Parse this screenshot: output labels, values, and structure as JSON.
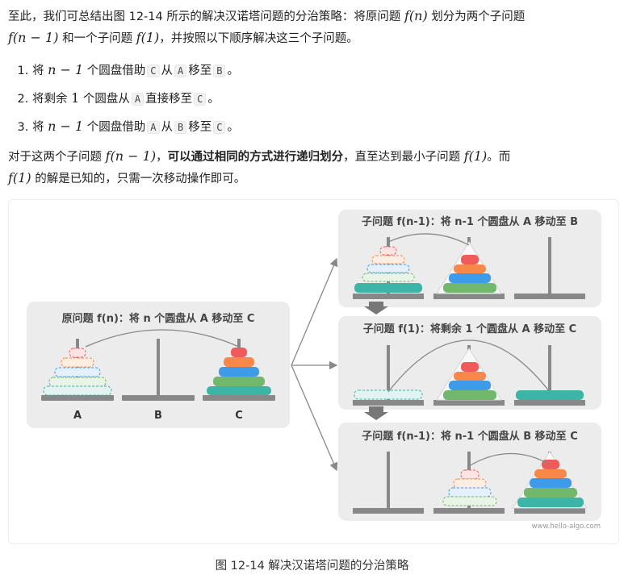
{
  "intro": {
    "part1": "至此，我们可总结出图 12-14 所示的解决汉诺塔问题的分治策略：将原问题",
    "fn": "f(n)",
    "part2": "划分为两个子问题",
    "fn1": "f(n − 1)",
    "part3": "和一个子问题",
    "f1": "f(1)",
    "part4": "，并按照以下顺序解决这三个子问题。"
  },
  "steps": [
    {
      "pre": "将",
      "math": "n − 1",
      "mid1": "个圆盘借助",
      "a": "C",
      "mid2": "从",
      "b": "A",
      "mid3": "移至",
      "c": "B",
      "post": "。"
    },
    {
      "pre": "将剩余",
      "math": "1",
      "mid1": "个圆盘从",
      "a": "A",
      "mid2": "直接移至",
      "b": "C",
      "post": "。"
    },
    {
      "pre": "将",
      "math": "n − 1",
      "mid1": "个圆盘借助",
      "a": "A",
      "mid2": "从",
      "b": "B",
      "mid3": "移至",
      "c": "C",
      "post": "。"
    }
  ],
  "para2": {
    "pre": "对于这两个子问题",
    "fn1": "f(n − 1)",
    "comma": "，",
    "bold": "可以通过相同的方式进行递归划分",
    "mid": "，直至达到最小子问题",
    "f1": "f(1)",
    "end": "。而",
    "f1b": "f(1)",
    "tail": "的解是已知的，只需一次移动操作即可。"
  },
  "figure": {
    "main_title": "原问题 f(n)：将 n 个圆盘从 A 移动至 C",
    "sub1_title": "子问题 f(n-1)：将 n-1 个圆盘从 A 移动至 B",
    "sub2_title": "子问题 f(1)：将剩余 1 个圆盘从 A 移动至 C",
    "sub3_title": "子问题 f(n-1)：将 n-1 个圆盘从 B 移动至 C",
    "rod_labels": [
      "A",
      "B",
      "C"
    ],
    "watermark": "www.hello-algo.com",
    "colors": {
      "disk_red": "#f05a5a",
      "disk_orange": "#f7884a",
      "disk_blue": "#3d9be9",
      "disk_green": "#72b86c",
      "disk_teal": "#3db5a6",
      "rod": "#888888",
      "panel": "#ececec"
    }
  },
  "caption": "图 12-14   解决汉诺塔问题的分治策略"
}
